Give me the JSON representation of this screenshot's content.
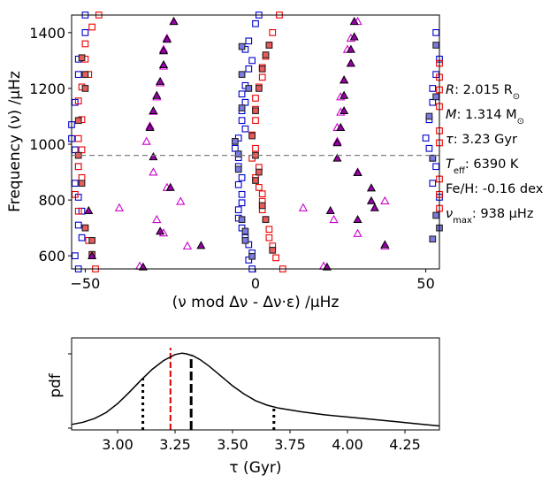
{
  "chart_data": [
    {
      "type": "scatter",
      "title": "",
      "xlabel": "(ν mod Δν - Δν·ε) /μHz",
      "ylabel": "Frequency (ν) /μHz",
      "xlim": [
        -54,
        54
      ],
      "ylim": [
        553,
        1463
      ],
      "xticks": [
        -50,
        0,
        50
      ],
      "xtick_labels": [
        "−50",
        "0",
        "50"
      ],
      "yticks": [
        600,
        800,
        1000,
        1200,
        1400
      ],
      "ytick_labels": [
        "600",
        "800",
        "1000",
        "1200",
        "1400"
      ],
      "hline": {
        "y": 960,
        "style": "dashed",
        "color": "#808080"
      },
      "colors": {
        "l0": "#0000cc",
        "l1": "#ee0000",
        "l2": "#cc00cc",
        "l0_filled": "#7b7be0",
        "l1_filled": "#e85c5c",
        "l2_filled": "#9900aa"
      },
      "series": [
        {
          "name": "",
          "marker": "square-open",
          "color": "#0000cc",
          "points": [
            [
              -50,
              1463
            ],
            [
              -50,
              1400
            ],
            [
              -52,
              1305
            ],
            [
              -52,
              1250
            ],
            [
              -53,
              1150
            ],
            [
              -54,
              1070
            ],
            [
              -54,
              1020
            ],
            [
              -53,
              980
            ],
            [
              -52,
              920
            ],
            [
              -53,
              860
            ],
            [
              -52,
              810
            ],
            [
              -51,
              760
            ],
            [
              -52,
              710
            ],
            [
              -51,
              665
            ],
            [
              -53,
              600
            ],
            [
              -52,
              553
            ],
            [
              1,
              1463
            ],
            [
              0,
              1432
            ],
            [
              -2,
              1370
            ],
            [
              -3,
              1340
            ],
            [
              -1,
              1300
            ],
            [
              -2,
              1270
            ],
            [
              -3,
              1210
            ],
            [
              -4,
              1180
            ],
            [
              -3,
              1150
            ],
            [
              -4,
              1120
            ],
            [
              -4,
              1085
            ],
            [
              -3,
              1055
            ],
            [
              -5,
              1022
            ],
            [
              -6,
              985
            ],
            [
              -5,
              952
            ],
            [
              -5,
              920
            ],
            [
              -4,
              880
            ],
            [
              -5,
              855
            ],
            [
              -4,
              820
            ],
            [
              -4,
              790
            ],
            [
              -5,
              765
            ],
            [
              -5,
              735
            ],
            [
              -4,
              700
            ],
            [
              -3,
              665
            ],
            [
              -2,
              640
            ],
            [
              -1,
              610
            ],
            [
              -2,
              585
            ],
            [
              -1,
              553
            ],
            [
              53,
              1400
            ],
            [
              54,
              1305
            ],
            [
              53,
              1250
            ],
            [
              52,
              1200
            ],
            [
              52,
              1150
            ],
            [
              51,
              1088
            ],
            [
              50,
              1022
            ],
            [
              51,
              985
            ],
            [
              52,
              950
            ],
            [
              53,
              920
            ],
            [
              52,
              860
            ],
            [
              54,
              810
            ]
          ]
        },
        {
          "name": "",
          "marker": "square-filled",
          "color": "#7b7be0",
          "points": [
            [
              -4,
              1350
            ],
            [
              -4,
              1250
            ],
            [
              -2,
              1200
            ],
            [
              -4,
              1130
            ],
            [
              -6,
              1010
            ],
            [
              -5,
              965
            ],
            [
              -5,
              910
            ],
            [
              -4,
              730
            ],
            [
              -3,
              688
            ],
            [
              -3,
              655
            ],
            [
              -1,
              598
            ],
            [
              53,
              1355
            ],
            [
              53,
              1170
            ],
            [
              51,
              1100
            ],
            [
              52,
              950
            ],
            [
              53,
              745
            ],
            [
              54,
              700
            ],
            [
              52,
              660
            ]
          ]
        },
        {
          "name": "",
          "marker": "square-open",
          "color": "#ee0000",
          "points": [
            [
              -46,
              1463
            ],
            [
              -48,
              1420
            ],
            [
              -50,
              1360
            ],
            [
              -50,
              1305
            ],
            [
              -49,
              1250
            ],
            [
              -51,
              1205
            ],
            [
              -52,
              1155
            ],
            [
              -51,
              1088
            ],
            [
              -52,
              1020
            ],
            [
              -51,
              980
            ],
            [
              -52,
              920
            ],
            [
              -51,
              880
            ],
            [
              -53,
              820
            ],
            [
              -52,
              760
            ],
            [
              -50,
              700
            ],
            [
              -49,
              655
            ],
            [
              -47,
              553
            ],
            [
              7,
              1463
            ],
            [
              5,
              1400
            ],
            [
              4,
              1355
            ],
            [
              3,
              1315
            ],
            [
              2,
              1275
            ],
            [
              2,
              1240
            ],
            [
              1,
              1205
            ],
            [
              0,
              1165
            ],
            [
              0,
              1125
            ],
            [
              0,
              1085
            ],
            [
              -1,
              1033
            ],
            [
              0,
              985
            ],
            [
              -1,
              950
            ],
            [
              1,
              917
            ],
            [
              0,
              880
            ],
            [
              1,
              845
            ],
            [
              2,
              822
            ],
            [
              2,
              795
            ],
            [
              2,
              765
            ],
            [
              3,
              730
            ],
            [
              4,
              695
            ],
            [
              4,
              665
            ],
            [
              5,
              635
            ],
            [
              6,
              593
            ],
            [
              8,
              553
            ],
            [
              54,
              1290
            ],
            [
              54,
              1240
            ],
            [
              54,
              1195
            ],
            [
              54,
              1135
            ],
            [
              54,
              1048
            ],
            [
              54,
              1005
            ],
            [
              54,
              875
            ],
            [
              54,
              820
            ],
            [
              54,
              770
            ]
          ]
        },
        {
          "name": "",
          "marker": "square-filled",
          "color": "#e85c5c",
          "points": [
            [
              -51,
              1310
            ],
            [
              -50,
              1250
            ],
            [
              -50,
              1200
            ],
            [
              -52,
              1085
            ],
            [
              -52,
              960
            ],
            [
              -51,
              860
            ],
            [
              -50,
              700
            ],
            [
              -48,
              655
            ],
            [
              -48,
              605
            ],
            [
              4,
              1355
            ],
            [
              3,
              1320
            ],
            [
              2,
              1270
            ],
            [
              1,
              1200
            ],
            [
              0,
              1120
            ],
            [
              -1,
              1030
            ],
            [
              0,
              960
            ],
            [
              1,
              900
            ],
            [
              0,
              870
            ],
            [
              2,
              780
            ],
            [
              3,
              730
            ],
            [
              5,
              620
            ]
          ]
        },
        {
          "name": "",
          "marker": "triangle-open",
          "color": "#cc00cc",
          "points": [
            [
              -24,
              1440
            ],
            [
              -26,
              1380
            ],
            [
              -27,
              1340
            ],
            [
              -27,
              1280
            ],
            [
              -28,
              1220
            ],
            [
              -29,
              1170
            ],
            [
              -30,
              1118
            ],
            [
              -31,
              1065
            ],
            [
              -32,
              1010
            ],
            [
              -30,
              900
            ],
            [
              -26,
              845
            ],
            [
              -22,
              795
            ],
            [
              -40,
              772
            ],
            [
              -29,
              730
            ],
            [
              -27,
              682
            ],
            [
              -20,
              635
            ],
            [
              -34,
              563
            ],
            [
              30,
              1440
            ],
            [
              28,
              1380
            ],
            [
              27,
              1340
            ],
            [
              28,
              1290
            ],
            [
              26,
              1230
            ],
            [
              25,
              1170
            ],
            [
              25,
              1115
            ],
            [
              24,
              1060
            ],
            [
              24,
              1010
            ],
            [
              30,
              900
            ],
            [
              38,
              797
            ],
            [
              14,
              772
            ],
            [
              23,
              730
            ],
            [
              30,
              680
            ],
            [
              38,
              635
            ],
            [
              20,
              563
            ]
          ]
        },
        {
          "name": "",
          "marker": "triangle-filled",
          "color": "#9900aa",
          "points": [
            [
              -24,
              1440
            ],
            [
              -26,
              1376
            ],
            [
              -27,
              1335
            ],
            [
              -27,
              1285
            ],
            [
              -28,
              1225
            ],
            [
              -29,
              1175
            ],
            [
              -30,
              1120
            ],
            [
              -31,
              1060
            ],
            [
              -30,
              955
            ],
            [
              -25,
              845
            ],
            [
              -49,
              762
            ],
            [
              -28,
              688
            ],
            [
              -16,
              637
            ],
            [
              -48,
              600
            ],
            [
              -33,
              560
            ],
            [
              29,
              1440
            ],
            [
              29,
              1385
            ],
            [
              28,
              1340
            ],
            [
              28,
              1290
            ],
            [
              26,
              1230
            ],
            [
              26,
              1175
            ],
            [
              26,
              1120
            ],
            [
              25,
              1060
            ],
            [
              24,
              1005
            ],
            [
              24,
              950
            ],
            [
              30,
              898
            ],
            [
              34,
              843
            ],
            [
              34,
              797
            ],
            [
              35,
              772
            ],
            [
              22,
              762
            ],
            [
              30,
              730
            ],
            [
              38,
              640
            ],
            [
              21,
              560
            ]
          ]
        }
      ]
    },
    {
      "type": "line",
      "title": "",
      "xlabel": "τ (Gyr)",
      "ylabel": "pdf",
      "xlim": [
        2.8,
        4.4
      ],
      "ylim": [
        0,
        1.08
      ],
      "xticks": [
        3.0,
        3.25,
        3.5,
        3.75,
        4.0,
        4.25
      ],
      "xtick_labels": [
        "3.00",
        "3.25",
        "3.50",
        "3.75",
        "4.00",
        "4.25"
      ],
      "series": [
        {
          "name": "",
          "color": "#000000",
          "x": [
            2.8,
            2.85,
            2.9,
            2.95,
            3.0,
            3.05,
            3.1,
            3.15,
            3.2,
            3.25,
            3.28,
            3.3,
            3.33,
            3.36,
            3.4,
            3.45,
            3.5,
            3.55,
            3.6,
            3.65,
            3.7,
            3.8,
            3.9,
            4.0,
            4.1,
            4.2,
            4.3,
            4.4
          ],
          "y": [
            0.05,
            0.08,
            0.13,
            0.21,
            0.33,
            0.48,
            0.64,
            0.79,
            0.91,
            0.99,
            1.01,
            1.0,
            0.97,
            0.92,
            0.83,
            0.7,
            0.57,
            0.46,
            0.37,
            0.31,
            0.27,
            0.22,
            0.18,
            0.15,
            0.12,
            0.09,
            0.06,
            0.03
          ]
        }
      ],
      "vlines": [
        {
          "x": 3.23,
          "y_top": 1.08,
          "style": "dashed",
          "color": "#dd0000"
        },
        {
          "x": 3.11,
          "y_top": 0.67,
          "style": "dotted",
          "color": "#000000"
        },
        {
          "x": 3.32,
          "y_top": 0.99,
          "style": "dashed-thick",
          "color": "#000000"
        },
        {
          "x": 3.68,
          "y_top": 0.28,
          "style": "dotted",
          "color": "#000000"
        }
      ]
    }
  ],
  "params": {
    "radius": {
      "name": "R",
      "value": ": 2.015 R",
      "sub": "⊙"
    },
    "mass": {
      "name": "M",
      "value": ": 1.314 M",
      "sub": "⊙"
    },
    "age": {
      "name": "τ",
      "value": ": 3.23 Gyr"
    },
    "teff": {
      "name": "T",
      "sub": "eff",
      "value": ": 6390 K"
    },
    "feh": {
      "text": "Fe/H: -0.16 dex"
    },
    "numax": {
      "name": "ν",
      "sub": "max",
      "value": ": 938 μHz"
    }
  }
}
